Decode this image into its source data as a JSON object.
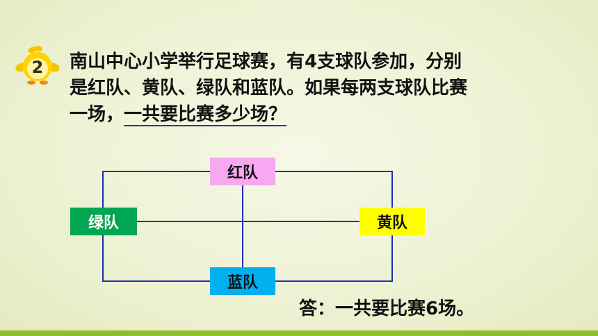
{
  "badge": {
    "number": "2"
  },
  "question": {
    "line1": "南山中心小学举行足球赛，有4支球队参加，分别",
    "line2": "是红队、黄队、绿队和蓝队。如果每两支球队比赛",
    "line3_plain": "一场，",
    "line3_underlined": "一共要比赛多少场？"
  },
  "teams": {
    "red": {
      "label": "红队",
      "color": "#f7a8f0"
    },
    "yellow": {
      "label": "黄队",
      "color": "#ffff00"
    },
    "green": {
      "label": "绿队",
      "color": "#00a651"
    },
    "blue": {
      "label": "蓝队",
      "color": "#00b0f0"
    }
  },
  "connection_line_color": "#1f2fb8",
  "answer": "答：一共要比赛6场。"
}
